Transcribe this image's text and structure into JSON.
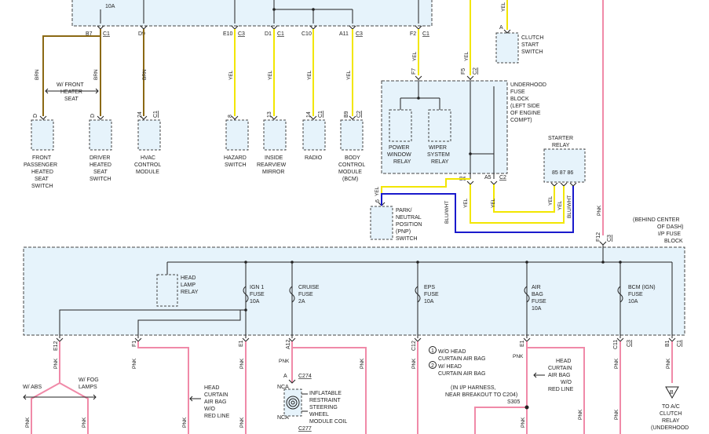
{
  "top_block": {
    "fuse": "10A"
  },
  "top_pins": [
    {
      "pin": "B7",
      "conn": "C1",
      "wire": "BRN"
    },
    {
      "pin": "D9",
      "conn": "",
      "wire": "BRN"
    },
    {
      "pin": "E10",
      "conn": "C3",
      "wire": "YEL"
    },
    {
      "pin": "D1",
      "conn": "C1",
      "wire": "YEL"
    },
    {
      "pin": "C10",
      "conn": "",
      "wire": "YEL"
    },
    {
      "pin": "A11",
      "conn": "C3",
      "wire": "YEL"
    },
    {
      "pin": "F2",
      "conn": "C1",
      "wire": "YEL"
    }
  ],
  "w_front_heater_seat": [
    "W/ FRONT",
    "HEATER",
    "SEAT"
  ],
  "components_top": [
    {
      "pin": "D",
      "conn": "",
      "lines": [
        "FRONT",
        "PASSENGER",
        "HEATED",
        "SEAT",
        "SWITCH"
      ]
    },
    {
      "pin": "D",
      "conn": "",
      "lines": [
        "DRIVER",
        "HEATED",
        "SEAT",
        "SWITCH"
      ]
    },
    {
      "pin": "24",
      "conn": "C1",
      "lines": [
        "HVAC",
        "CONTROL",
        "MODULE"
      ]
    },
    {
      "pin": "8",
      "conn": "",
      "lines": [
        "HAZARD",
        "SWITCH"
      ]
    },
    {
      "pin": "13",
      "conn": "",
      "lines": [
        "INSIDE",
        "REARVIEW",
        "MIRROR"
      ]
    },
    {
      "pin": "14",
      "conn": "C1",
      "lines": [
        "RADIO"
      ]
    },
    {
      "pin": "B9",
      "conn": "C2",
      "lines": [
        "BODY",
        "CONTROL",
        "MODULE",
        "(BCM)"
      ]
    }
  ],
  "clutch_start": {
    "pin": "A",
    "wire": "YEL",
    "lines": [
      "CLUTCH",
      "START",
      "SWITCH"
    ]
  },
  "underhood": {
    "lines": [
      "UNDERHOOD",
      "FUSE",
      "BLOCK",
      "(LEFT SIDE",
      "OF ENGINE",
      "COMPT)"
    ],
    "pins": [
      "F7",
      "F5",
      "C2",
      "B6",
      "A5",
      "C2"
    ],
    "relays": [
      [
        "POWER",
        "WINDOW",
        "RELAY"
      ],
      [
        "WIPER",
        "SYSTEM",
        "RELAY"
      ]
    ]
  },
  "starter_relay": {
    "lines": [
      "STARTER",
      "RELAY"
    ],
    "pins": "85 87 86"
  },
  "pnp": {
    "pin": "6",
    "wire": "YEL",
    "lines": [
      "PARK/",
      "NEUTRAL",
      "POSITION",
      "(PNP)",
      "SWITCH"
    ]
  },
  "mid_wires": {
    "bluwht": "BLU/WHT",
    "yel": "YEL",
    "pnk": "PNK"
  },
  "ip_block": {
    "lines": [
      "(BEHIND CENTER",
      "OF DASH)",
      "I/P FUSE",
      "BLOCK"
    ],
    "top_pin": "F12",
    "top_conn": "C3",
    "relay": [
      "HEAD",
      "LAMP",
      "RELAY"
    ],
    "fuses": [
      [
        "IGN 1",
        "FUSE",
        "10A"
      ],
      [
        "CRUISE",
        "FUSE",
        "2A"
      ],
      [
        "EPS",
        "FUSE",
        "10A"
      ],
      [
        "AIR",
        "BAG",
        "FUSE",
        "10A"
      ],
      [
        "BCM (IGN)",
        "FUSE",
        "10A"
      ]
    ]
  },
  "bottom_pins": [
    {
      "pin": "E12",
      "conn": ""
    },
    {
      "pin": "F1",
      "conn": ""
    },
    {
      "pin": "E1",
      "conn": ""
    },
    {
      "pin": "A12",
      "conn": ""
    },
    {
      "pin": "C12",
      "conn": ""
    },
    {
      "pin": "E1",
      "conn": ""
    },
    {
      "pin": "C11",
      "conn": "C3"
    },
    {
      "pin": "B1",
      "conn": "C1"
    }
  ],
  "bottom": {
    "w_abs": "W/ ABS",
    "w_fog": [
      "W/ FOG",
      "LAMPS"
    ],
    "head_curtain_left": [
      "HEAD",
      "CURTAIN",
      "AIR BAG",
      "W/O",
      "RED LINE"
    ],
    "head_curtain_right": [
      "HEAD",
      "CURTAIN",
      "AIR BAG",
      "W/O",
      "RED LINE"
    ],
    "c274": "C274",
    "c277": "C277",
    "nca": "NCA",
    "pin_a": "A",
    "airbag_coil": [
      "INFLATABLE",
      "RESTRAINT",
      "STEERING",
      "WHEEL",
      "MODULE COIL"
    ],
    "note1": [
      "W/O HEAD",
      "CURTAIN AIR BAG"
    ],
    "note2": [
      "W/ HEAD",
      "CURTAIN AIR BAG"
    ],
    "harness_note": [
      "(IN I/P HARNESS,",
      "NEAR BREAKOUT TO C204)"
    ],
    "s305": "S305",
    "ac_relay": [
      "TO A/C",
      "CLUTCH",
      "RELAY",
      "(UNDERHOOD"
    ],
    "pin_b": "B"
  }
}
